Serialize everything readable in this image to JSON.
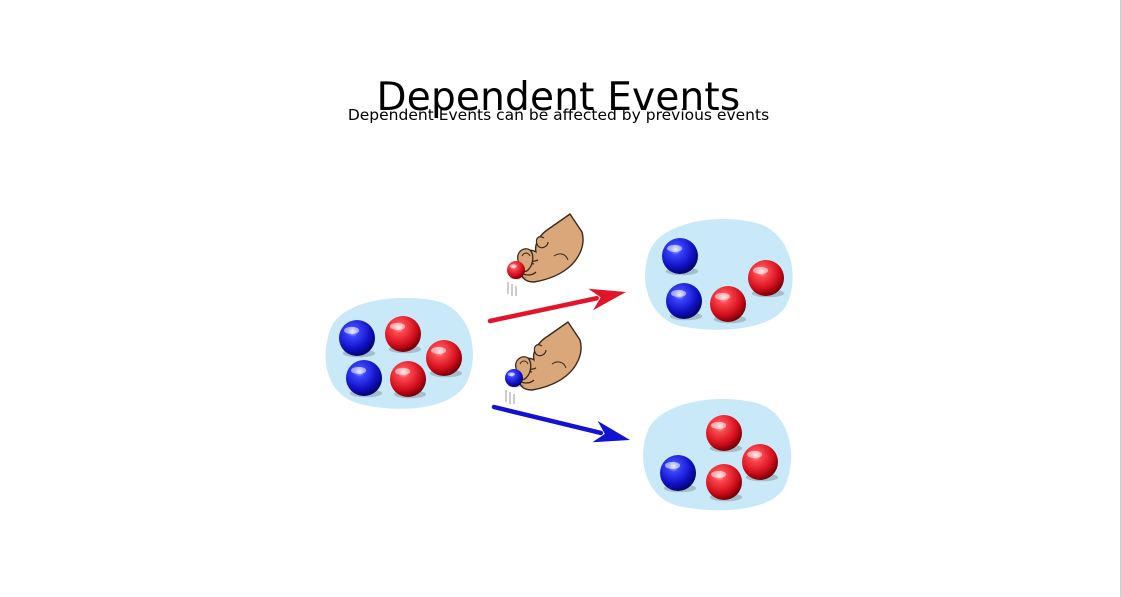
{
  "page": {
    "title": "Dependent Events",
    "subtitle": "Dependent Events can be affected by previous events"
  },
  "colors": {
    "bag_fill": "#c9e8f8",
    "marble_red": "#e0101c",
    "marble_blue": "#1414c8",
    "arrow_red": "#e3132a",
    "arrow_blue": "#1212d6",
    "hand_skin": "#d9a77a",
    "hand_outline": "#3a2a1c"
  },
  "diagram": {
    "start_bag": {
      "marbles": [
        "blue",
        "red",
        "red",
        "blue",
        "red"
      ]
    },
    "branches": [
      {
        "drawn_marble": "red",
        "arrow_color": "red",
        "result_bag": {
          "marbles": [
            "blue",
            "red",
            "blue",
            "red"
          ]
        }
      },
      {
        "drawn_marble": "blue",
        "arrow_color": "blue",
        "result_bag": {
          "marbles": [
            "red",
            "red",
            "blue",
            "red"
          ]
        }
      }
    ]
  },
  "icons": {
    "hand": "hand-holding-marble-icon",
    "arrow": "arrow-right-icon"
  }
}
